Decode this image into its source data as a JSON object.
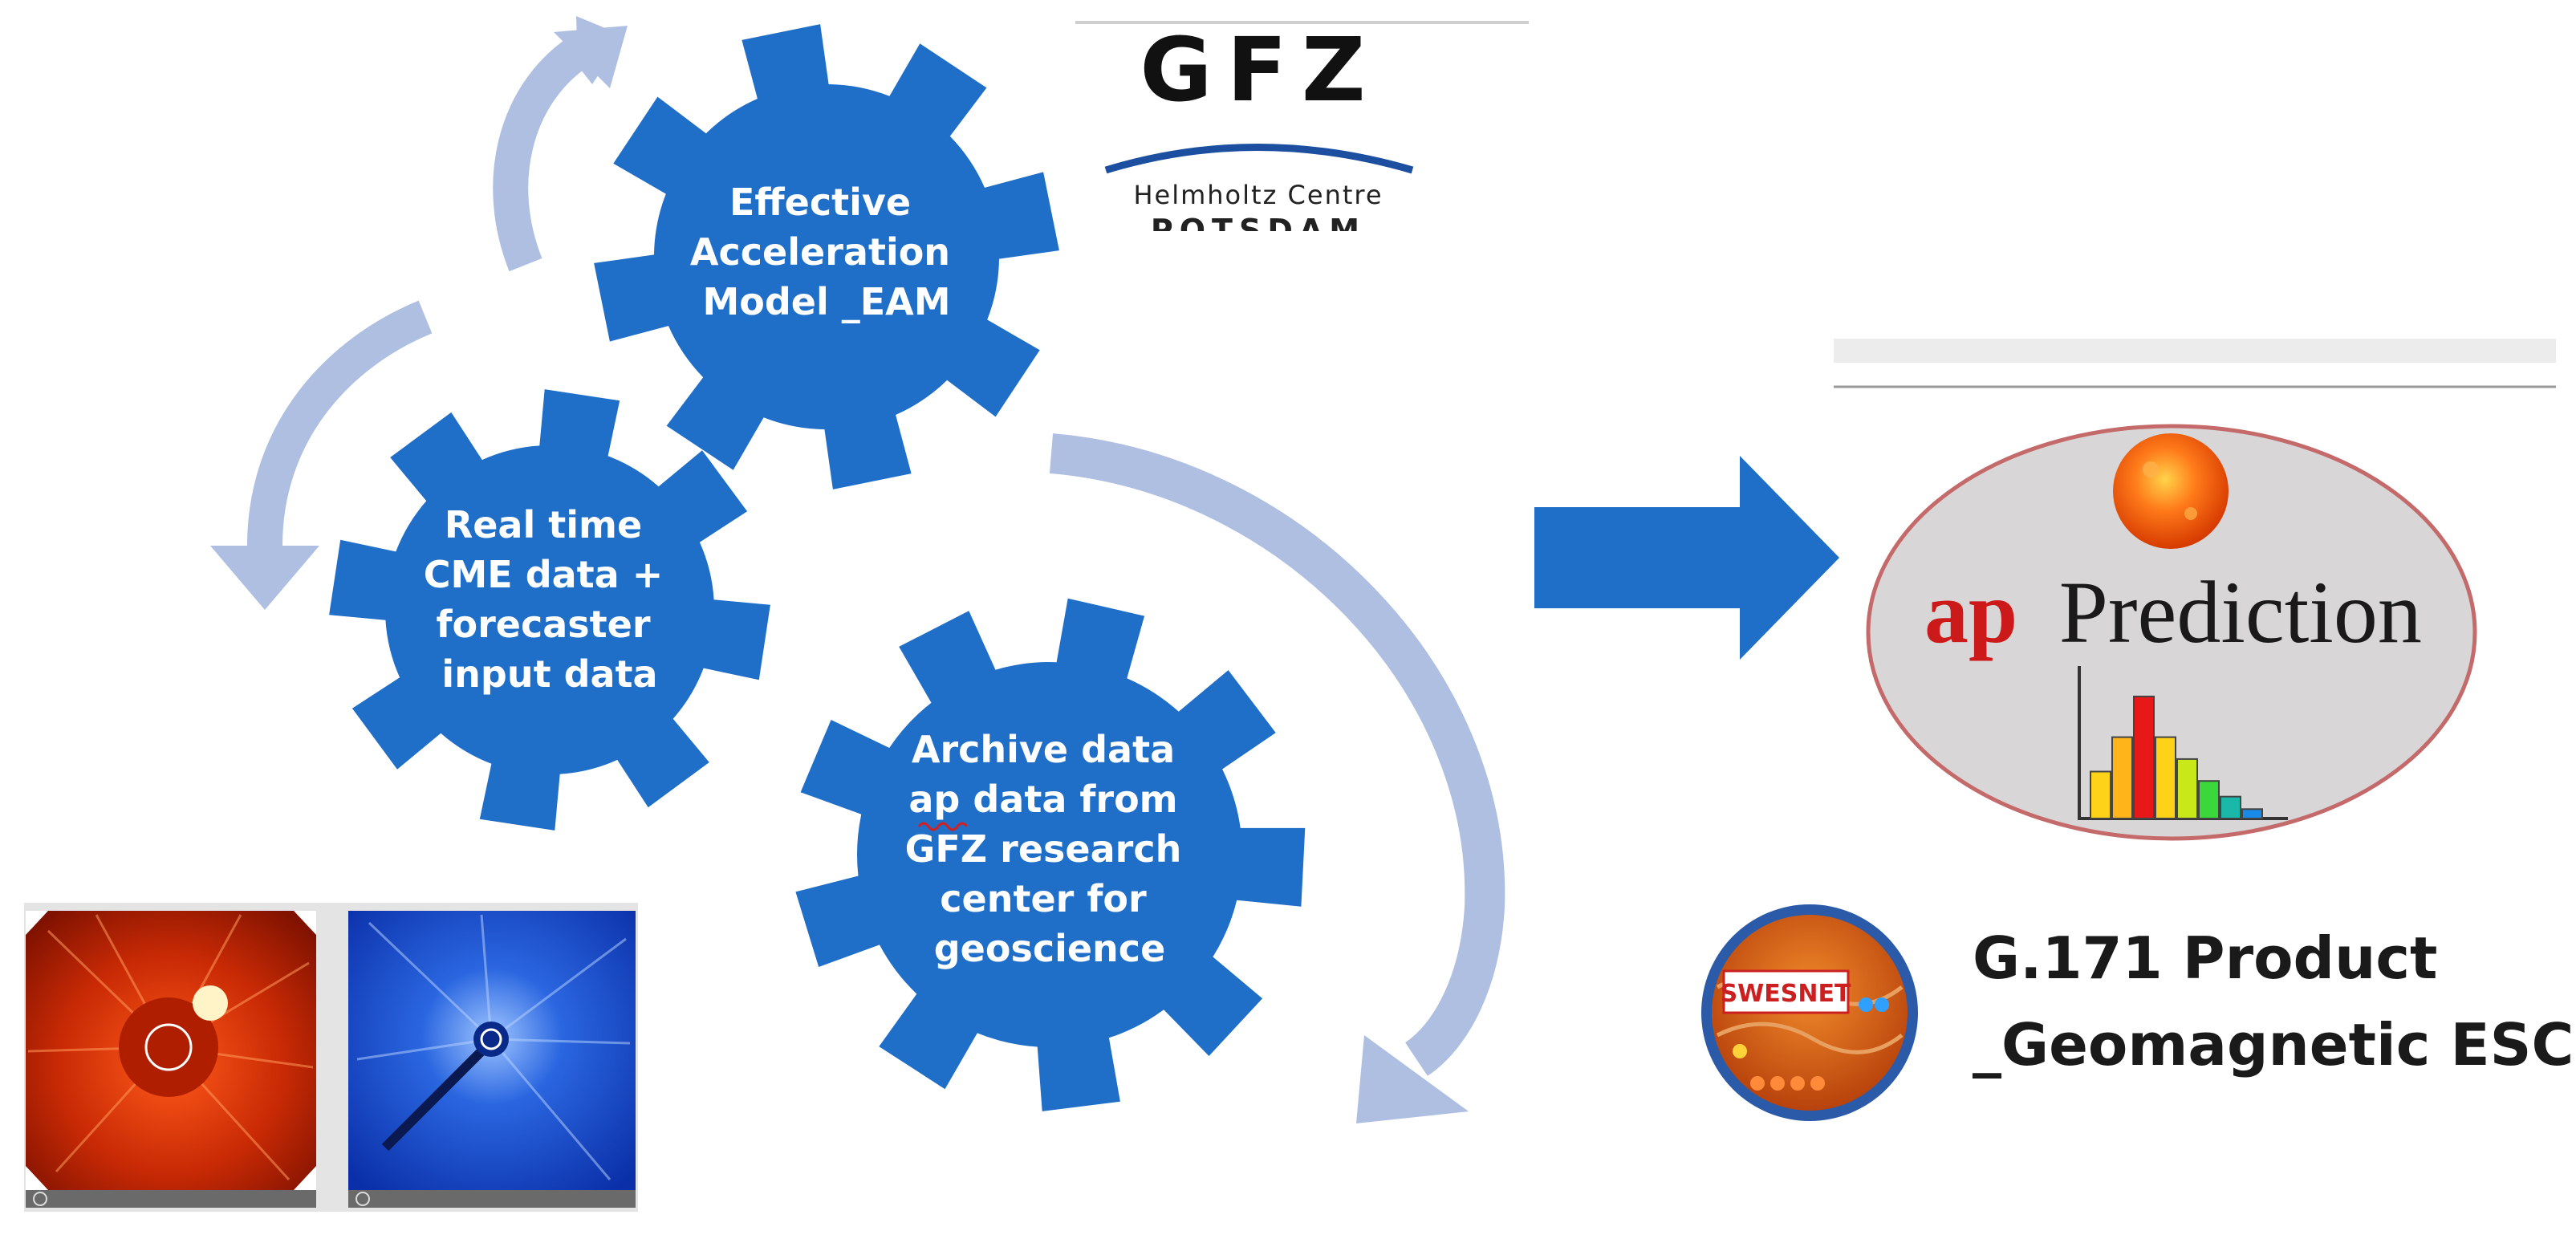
{
  "gears": {
    "eam": {
      "lines": [
        "Effective",
        "Acceleration",
        "Model _EAM"
      ]
    },
    "realtime": {
      "lines": [
        "Real time",
        "CME data +",
        "forecaster",
        "input data"
      ]
    },
    "archive": {
      "lines": [
        "Archive data",
        "ap data  from",
        "GFZ research",
        "center for",
        "geoscience"
      ]
    }
  },
  "gfz_logo": {
    "wordmark": "GFZ",
    "subtitle": "Helmholtz Centre",
    "city": "POTSDAM"
  },
  "ap_prediction": {
    "ap": "ap",
    "word": "Prediction",
    "histogram_levels": [
      0.3,
      0.52,
      0.78,
      0.52,
      0.38,
      0.24,
      0.14,
      0.06
    ]
  },
  "swesnet": {
    "badge": "SWESNET"
  },
  "product": {
    "line1": "G.171 Product",
    "line2": "_Geomagnetic ESC"
  },
  "colors": {
    "gear": "#1f6fc9",
    "arrow_light": "#aebfe2",
    "arrow_main": "#1f6fc9",
    "ap_red": "#cc1a1a"
  }
}
